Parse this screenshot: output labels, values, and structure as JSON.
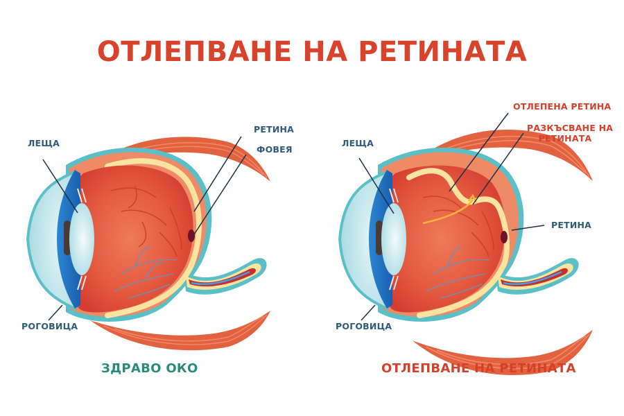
{
  "title": "ОТЛЕПВАНЕ НА РЕТИНАТА",
  "colors": {
    "title": "#d9432b",
    "label": "#2f5a78",
    "label_red": "#d5402a",
    "healthy_caption": "#2a8a7e",
    "detached_caption": "#d5402a",
    "sclera_outline": "#5bbfc7",
    "cornea_fill": "#c6e9ee",
    "iris_blue": "#1f6fbf",
    "vitreous": "#e0503a",
    "choroid": "#ef8a66",
    "retina": "#fbe3a0",
    "muscle": "#e2613f",
    "fovea": "#6e1325",
    "tear_arrow": "#f4b63a"
  },
  "healthy_eye": {
    "caption": "ЗДРАВО ОКО",
    "labels": {
      "lens": "ЛЕЩА",
      "cornea": "РОГОВИЦА",
      "retina": "РЕТИНА",
      "fovea": "ФОВЕЯ"
    }
  },
  "detached_eye": {
    "caption": "ОТЛЕПВАНЕ НА РЕТИНАТА",
    "labels": {
      "lens": "ЛЕЩА",
      "cornea": "РОГОВИЦА",
      "retina": "РЕТИНА",
      "detached_retina": "ОТЛЕПЕНА РЕТИНА",
      "retinal_tear_line1": "РАЗКЪСВАНЕ НА",
      "retinal_tear_line2": "РЕТИНАТА"
    }
  }
}
